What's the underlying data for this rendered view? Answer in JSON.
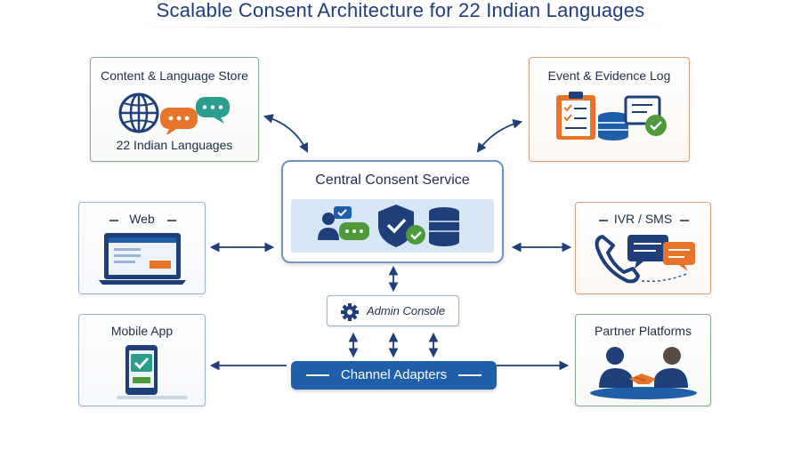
{
  "title": "Scalable Consent Architecture for 22 Indian Languages",
  "boxes": {
    "content_store": {
      "title": "Content & Language Store",
      "subtitle": "22 Indian Languages"
    },
    "event_log": {
      "title": "Event & Evidence Log"
    },
    "central": {
      "title": "Central Consent Service"
    },
    "web": {
      "title": "Web"
    },
    "ivr": {
      "title": "IVR / SMS"
    },
    "mobile": {
      "title": "Mobile App"
    },
    "partner": {
      "title": "Partner Platforms"
    },
    "admin": {
      "title": "Admin Console"
    },
    "adapters": {
      "title": "Channel Adapters"
    }
  },
  "colors": {
    "navy": "#1e3f7a",
    "blue": "#1f5ea8",
    "orange": "#e8742a",
    "green": "#4c9a3a",
    "teal": "#2a9d8f"
  }
}
